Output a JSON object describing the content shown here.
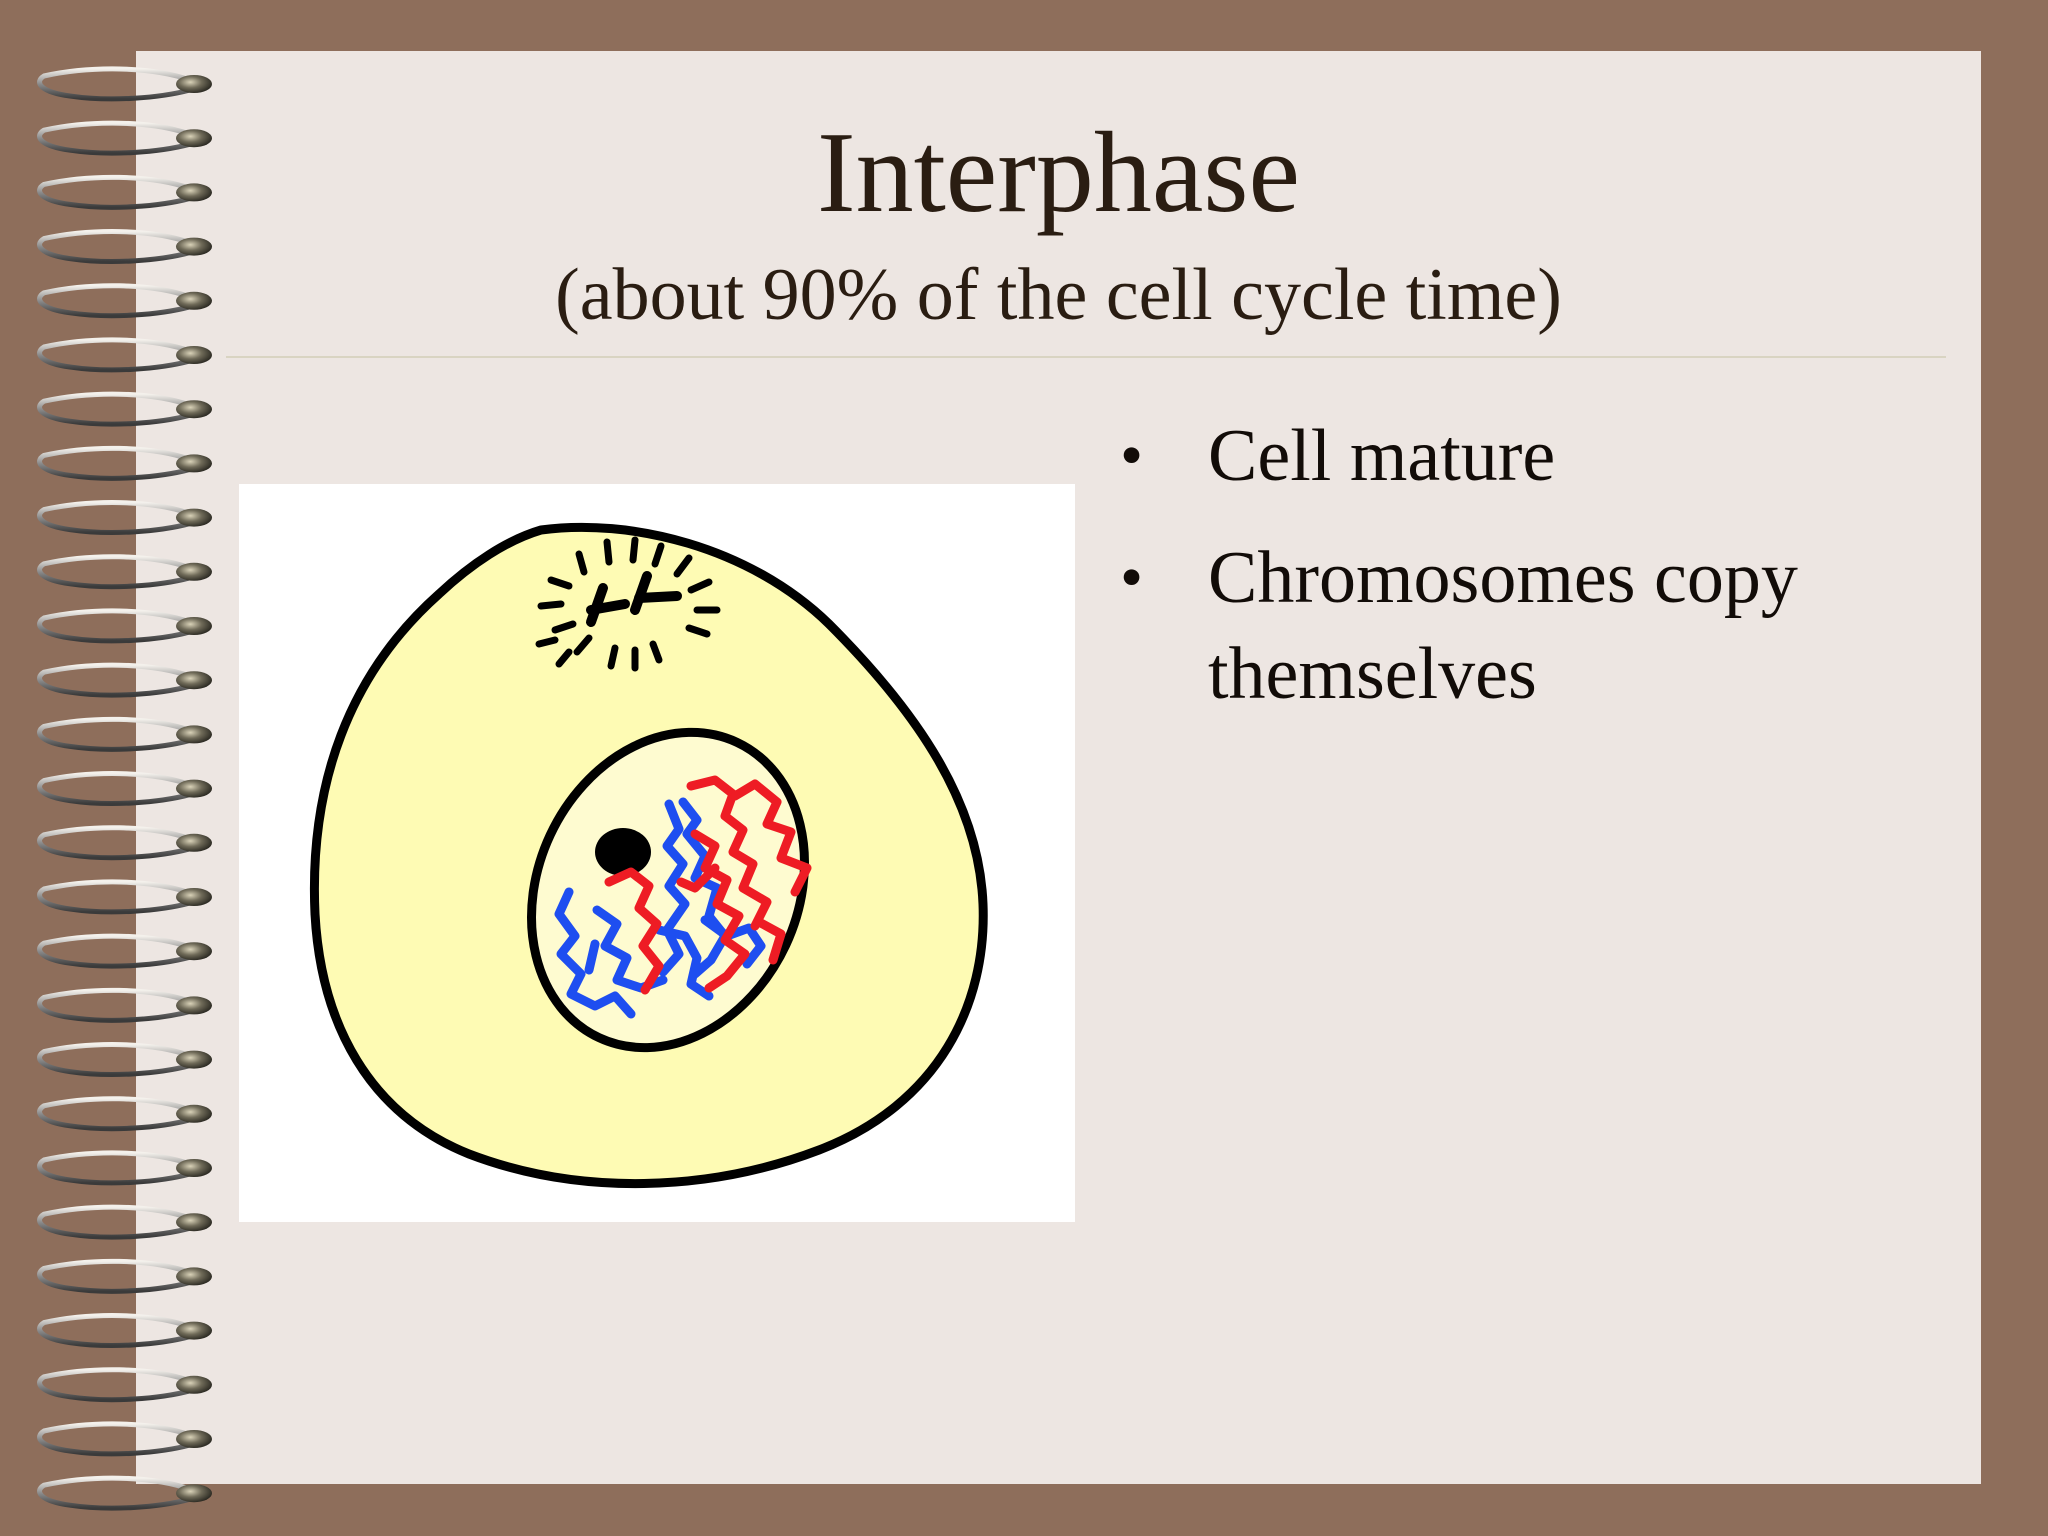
{
  "slide": {
    "title": "Interphase",
    "subtitle": "(about 90% of the cell cycle time)",
    "bullet_symbol": "•",
    "bullets": [
      {
        "text": "Cell mature"
      },
      {
        "text": "Chromosomes copy themselves"
      }
    ]
  },
  "colors": {
    "frame": "#8e6e5b",
    "page": "#ede6e2",
    "text": "#2a1d12",
    "cytoplasm": "#fefbb4",
    "nucleus": "#fefbd0",
    "chromosome_red": "#ee1c24",
    "chromosome_blue": "#1e4ef0"
  },
  "illustration": {
    "subject": "interphase animal cell with centrioles, nucleus, nucleolus and chromatin",
    "icon": "cell-diagram-icon"
  },
  "binding": {
    "icon": "spiral-binding-icon"
  }
}
